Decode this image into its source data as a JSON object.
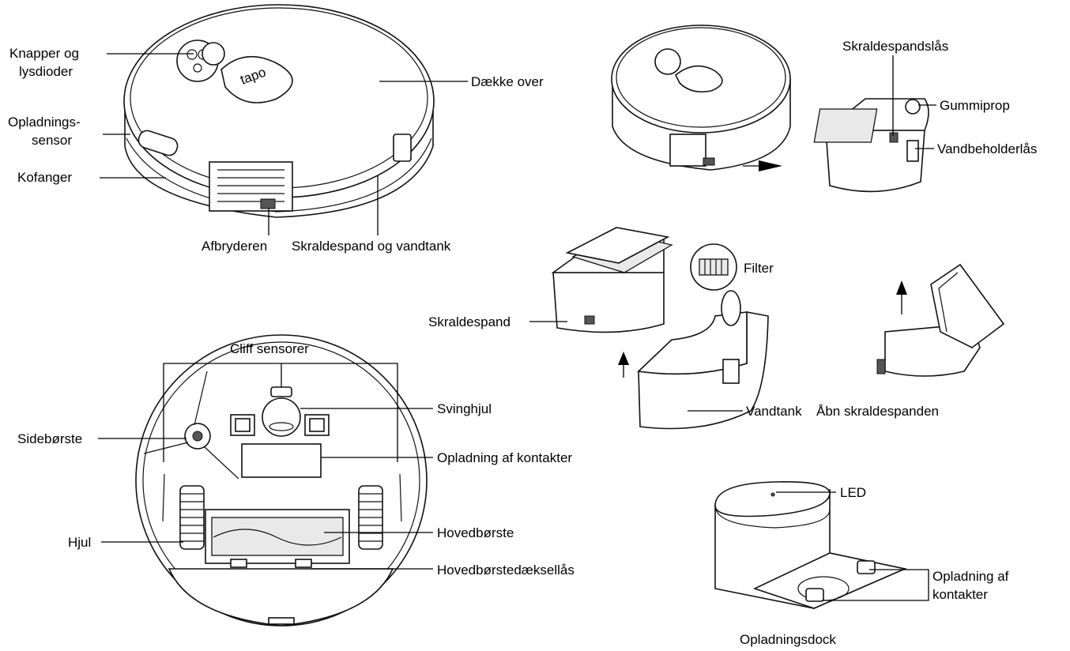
{
  "labels": {
    "buttons_leds": [
      "Knapper og",
      "lysdioder"
    ],
    "charging_sensor": [
      "Opladnings-",
      "sensor"
    ],
    "bumper": "Kofanger",
    "top_cover": "Dække over",
    "power_switch": "Afbryderen",
    "dustbin_water_tank": "Skraldespand og vandtank",
    "dustbin_lock": "Skraldespandslås",
    "rubber_plug": "Gummiprop",
    "water_tank_lock": "Vandbeholderlås",
    "filter": "Filter",
    "dustbin": "Skraldespand",
    "water_tank": "Vandtank",
    "open_dustbin": "Åbn skraldespanden",
    "cliff_sensors": "Cliff sensorer",
    "swivel_wheel": "Svinghjul",
    "side_brush": "Sidebørste",
    "charging_contacts": "Opladning af kontakter",
    "wheel": "Hjul",
    "main_brush": "Hovedbørste",
    "main_brush_cover_lock": "Hovedbørstedæksellås",
    "led": "LED",
    "dock_contacts": [
      "Opladning af",
      "kontakter"
    ],
    "dock": "Opladningsdock"
  },
  "brand_mark": "tapo"
}
